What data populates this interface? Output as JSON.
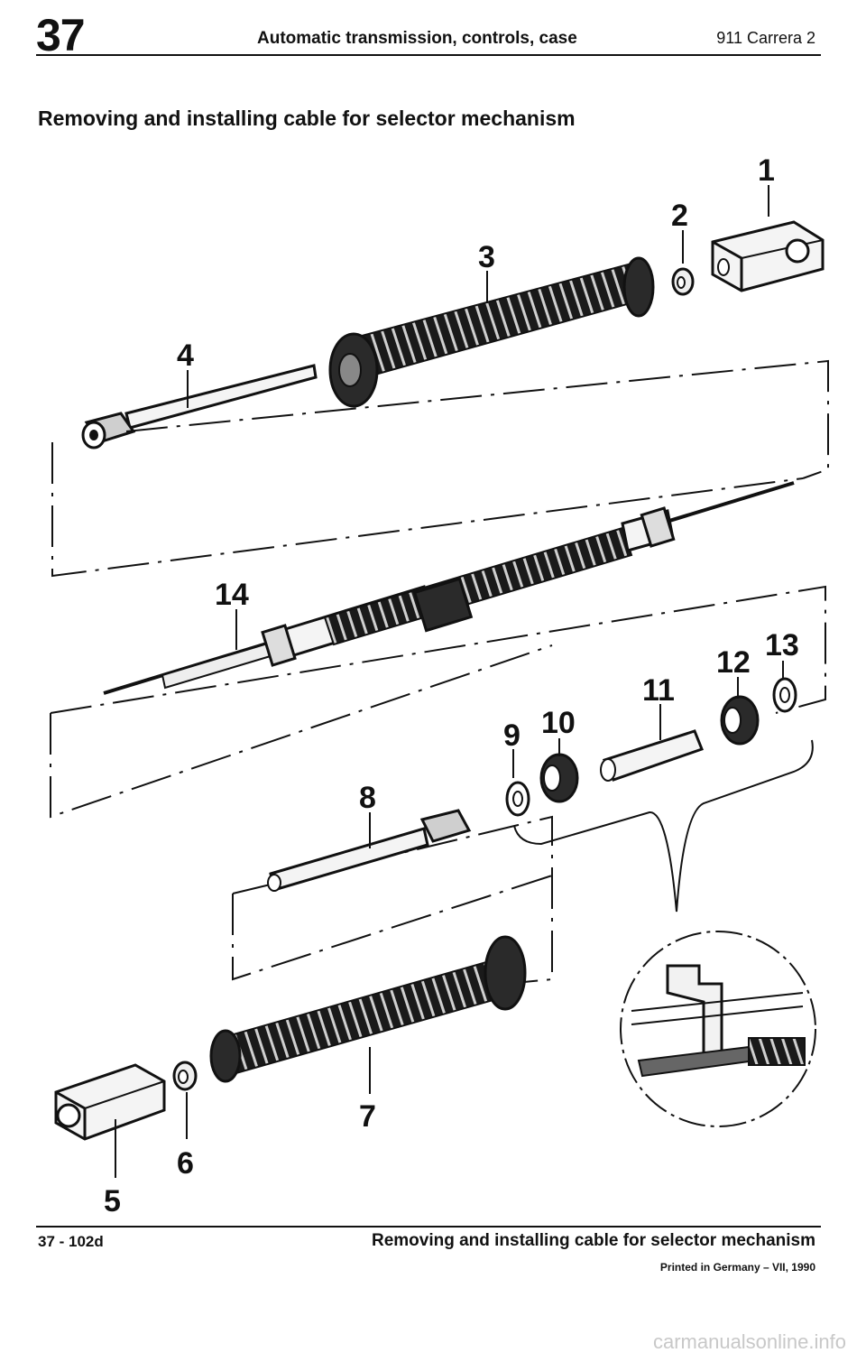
{
  "header": {
    "group_number": "37",
    "section_title": "Automatic transmission, controls, case",
    "model": "911 Carrera 2"
  },
  "page_heading": "Removing and installing cable for selector mechanism",
  "diagram": {
    "callouts": [
      "1",
      "2",
      "3",
      "4",
      "5",
      "6",
      "7",
      "8",
      "9",
      "10",
      "11",
      "12",
      "13",
      "14"
    ]
  },
  "footer": {
    "page_code": "37 - 102d",
    "title": "Removing and installing cable for selector mechanism",
    "printed": "Printed in Germany – VII, 1990"
  },
  "watermark": "carmanualsonline.info"
}
